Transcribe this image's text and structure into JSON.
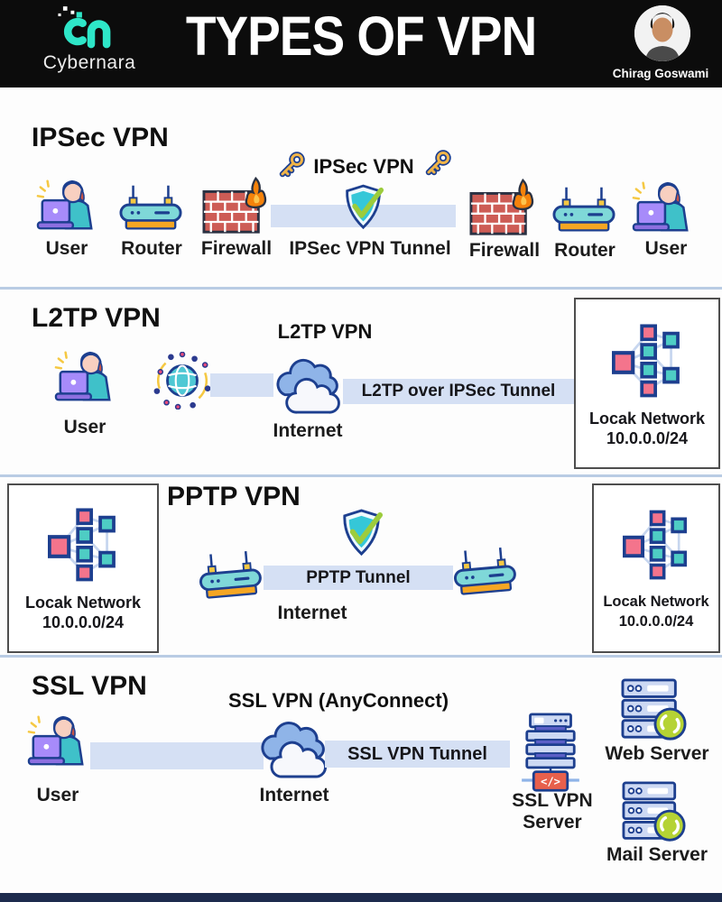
{
  "header": {
    "brand": "Cybernara",
    "title": "TYPES OF VPN",
    "author": "Chirag Goswami"
  },
  "colors": {
    "header_bg": "#0c0c0c",
    "logo_teal": "#2ee6c8",
    "tunnel_bar": "#d5e0f4",
    "divider": "#b9cce4",
    "icon_outline_navy": "#1d3f8f",
    "network_pink": "#f4748c",
    "network_teal": "#4ecdc4",
    "footer_bar": "#1d2b4d"
  },
  "icons": {
    "code_glyph": "</>"
  },
  "sections": {
    "ipsec": {
      "heading": "IPSec VPN",
      "tunnel_title": "IPSec VPN",
      "item_labels": [
        "User",
        "Router",
        "Firewall",
        "IPSec VPN Tunnel",
        "Firewall",
        "Router",
        "User"
      ]
    },
    "l2tp": {
      "heading": "L2TP VPN",
      "tunnel_title": "L2TP VPN",
      "user_label": "User",
      "internet_label": "Internet",
      "tunnel_label": "L2TP over IPSec Tunnel",
      "network_box": {
        "line1": "Locak Network",
        "line2": "10.0.0.0/24"
      }
    },
    "pptp": {
      "heading": "PPTP VPN",
      "tunnel_label": "PPTP Tunnel",
      "internet_label": "Internet",
      "left_box": {
        "line1": "Locak Network",
        "line2": "10.0.0.0/24"
      },
      "right_box": {
        "line1": "Locak Network",
        "line2": "10.0.0.0/24"
      }
    },
    "ssl": {
      "heading": "SSL VPN",
      "tunnel_title": "SSL VPN (AnyConnect)",
      "user_label": "User",
      "internet_label": "Internet",
      "tunnel_label": "SSL VPN Tunnel",
      "ssl_server_line1": "SSL VPN",
      "ssl_server_line2": "Server",
      "web_server_label": "Web Server",
      "mail_server_label": "Mail Server"
    }
  }
}
